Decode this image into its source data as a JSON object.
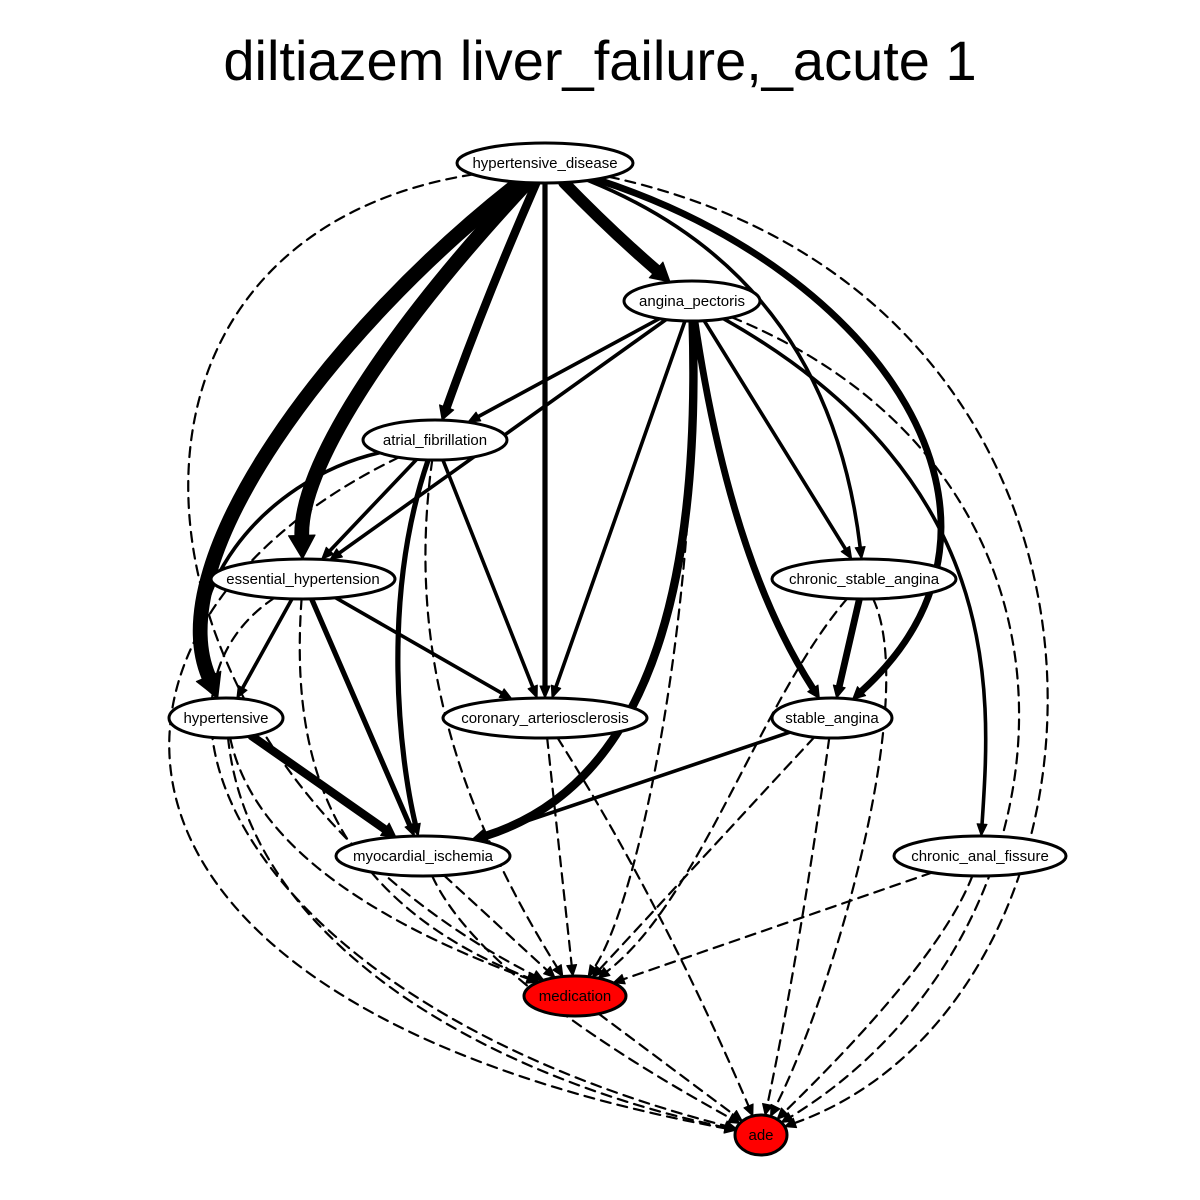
{
  "title": "diltiazem liver_failure,_acute 1",
  "colors": {
    "default_node_fill": "#ffffff",
    "highlight_node_fill": "#ff0000",
    "edge_color": "#000000"
  },
  "nodes": [
    {
      "id": "hypertensive_disease",
      "label": "hypertensive_disease",
      "fill": "#ffffff"
    },
    {
      "id": "angina_pectoris",
      "label": "angina_pectoris",
      "fill": "#ffffff"
    },
    {
      "id": "atrial_fibrillation",
      "label": "atrial_fibrillation",
      "fill": "#ffffff"
    },
    {
      "id": "essential_hypertension",
      "label": "essential_hypertension",
      "fill": "#ffffff"
    },
    {
      "id": "chronic_stable_angina",
      "label": "chronic_stable_angina",
      "fill": "#ffffff"
    },
    {
      "id": "hypertensive",
      "label": "hypertensive",
      "fill": "#ffffff"
    },
    {
      "id": "coronary_arteriosclerosis",
      "label": "coronary_arteriosclerosis",
      "fill": "#ffffff"
    },
    {
      "id": "stable_angina",
      "label": "stable_angina",
      "fill": "#ffffff"
    },
    {
      "id": "myocardial_ischemia",
      "label": "myocardial_ischemia",
      "fill": "#ffffff"
    },
    {
      "id": "chronic_anal_fissure",
      "label": "chronic_anal_fissure",
      "fill": "#ffffff"
    },
    {
      "id": "medication",
      "label": "medication",
      "fill": "#ff0000"
    },
    {
      "id": "ade",
      "label": "ade",
      "fill": "#ff0000"
    }
  ],
  "edges": [
    {
      "from": "hypertensive_disease",
      "to": "hypertensive",
      "style": "solid",
      "weight": 5
    },
    {
      "from": "hypertensive_disease",
      "to": "essential_hypertension",
      "style": "solid",
      "weight": 5
    },
    {
      "from": "hypertensive_disease",
      "to": "atrial_fibrillation",
      "style": "solid",
      "weight": 3
    },
    {
      "from": "hypertensive_disease",
      "to": "coronary_arteriosclerosis",
      "style": "solid",
      "weight": 2
    },
    {
      "from": "hypertensive_disease",
      "to": "angina_pectoris",
      "style": "solid",
      "weight": 4
    },
    {
      "from": "hypertensive_disease",
      "to": "chronic_stable_angina",
      "style": "solid",
      "weight": 1.5
    },
    {
      "from": "hypertensive_disease",
      "to": "stable_angina",
      "style": "solid",
      "weight": 2.5
    },
    {
      "from": "hypertensive_disease",
      "to": "medication",
      "style": "dashed",
      "weight": 1
    },
    {
      "from": "hypertensive_disease",
      "to": "ade",
      "style": "dashed",
      "weight": 1
    },
    {
      "from": "angina_pectoris",
      "to": "atrial_fibrillation",
      "style": "solid",
      "weight": 1.5
    },
    {
      "from": "angina_pectoris",
      "to": "essential_hypertension",
      "style": "solid",
      "weight": 1.5
    },
    {
      "from": "angina_pectoris",
      "to": "coronary_arteriosclerosis",
      "style": "solid",
      "weight": 1.5
    },
    {
      "from": "angina_pectoris",
      "to": "myocardial_ischemia",
      "style": "solid",
      "weight": 3
    },
    {
      "from": "angina_pectoris",
      "to": "stable_angina",
      "style": "solid",
      "weight": 2.5
    },
    {
      "from": "angina_pectoris",
      "to": "chronic_stable_angina",
      "style": "solid",
      "weight": 1.5
    },
    {
      "from": "angina_pectoris",
      "to": "chronic_anal_fissure",
      "style": "solid",
      "weight": 1.5
    },
    {
      "from": "angina_pectoris",
      "to": "medication",
      "style": "dashed",
      "weight": 1
    },
    {
      "from": "angina_pectoris",
      "to": "ade",
      "style": "dashed",
      "weight": 1
    },
    {
      "from": "atrial_fibrillation",
      "to": "essential_hypertension",
      "style": "solid",
      "weight": 1.5
    },
    {
      "from": "atrial_fibrillation",
      "to": "coronary_arteriosclerosis",
      "style": "solid",
      "weight": 1.5
    },
    {
      "from": "atrial_fibrillation",
      "to": "myocardial_ischemia",
      "style": "solid",
      "weight": 2
    },
    {
      "from": "atrial_fibrillation",
      "to": "hypertensive",
      "style": "solid",
      "weight": 1.5
    },
    {
      "from": "atrial_fibrillation",
      "to": "medication",
      "style": "dashed",
      "weight": 1
    },
    {
      "from": "atrial_fibrillation",
      "to": "ade",
      "style": "dashed",
      "weight": 1
    },
    {
      "from": "essential_hypertension",
      "to": "hypertensive",
      "style": "solid",
      "weight": 1.5
    },
    {
      "from": "essential_hypertension",
      "to": "coronary_arteriosclerosis",
      "style": "solid",
      "weight": 1.5
    },
    {
      "from": "essential_hypertension",
      "to": "myocardial_ischemia",
      "style": "solid",
      "weight": 2
    },
    {
      "from": "essential_hypertension",
      "to": "medication",
      "style": "dashed",
      "weight": 1
    },
    {
      "from": "essential_hypertension",
      "to": "ade",
      "style": "dashed",
      "weight": 1
    },
    {
      "from": "chronic_stable_angina",
      "to": "stable_angina",
      "style": "solid",
      "weight": 2.5
    },
    {
      "from": "chronic_stable_angina",
      "to": "medication",
      "style": "dashed",
      "weight": 1
    },
    {
      "from": "chronic_stable_angina",
      "to": "ade",
      "style": "dashed",
      "weight": 1
    },
    {
      "from": "hypertensive",
      "to": "myocardial_ischemia",
      "style": "solid",
      "weight": 3
    },
    {
      "from": "hypertensive",
      "to": "medication",
      "style": "dashed",
      "weight": 1
    },
    {
      "from": "hypertensive",
      "to": "ade",
      "style": "dashed",
      "weight": 1
    },
    {
      "from": "coronary_arteriosclerosis",
      "to": "medication",
      "style": "dashed",
      "weight": 1
    },
    {
      "from": "coronary_arteriosclerosis",
      "to": "ade",
      "style": "dashed",
      "weight": 1
    },
    {
      "from": "stable_angina",
      "to": "myocardial_ischemia",
      "style": "solid",
      "weight": 1.5
    },
    {
      "from": "stable_angina",
      "to": "medication",
      "style": "dashed",
      "weight": 1
    },
    {
      "from": "stable_angina",
      "to": "ade",
      "style": "dashed",
      "weight": 1
    },
    {
      "from": "myocardial_ischemia",
      "to": "medication",
      "style": "dashed",
      "weight": 1
    },
    {
      "from": "myocardial_ischemia",
      "to": "ade",
      "style": "dashed",
      "weight": 1
    },
    {
      "from": "chronic_anal_fissure",
      "to": "medication",
      "style": "dashed",
      "weight": 1
    },
    {
      "from": "chronic_anal_fissure",
      "to": "ade",
      "style": "dashed",
      "weight": 1
    },
    {
      "from": "medication",
      "to": "ade",
      "style": "dashed",
      "weight": 1
    }
  ]
}
